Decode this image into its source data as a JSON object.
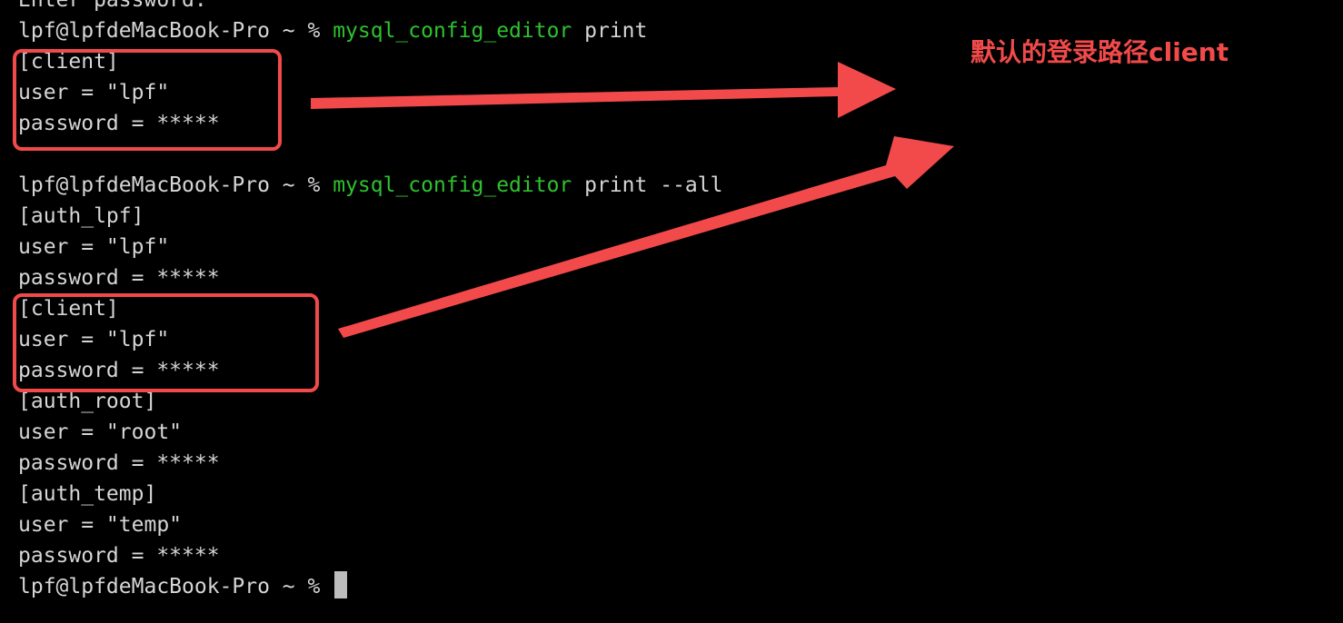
{
  "terminal": {
    "lines": [
      {
        "kind": "output",
        "text": "Enter password:"
      },
      {
        "kind": "prompt",
        "prompt": "lpf@lpfdeMacBook-Pro ~ % ",
        "command": "mysql_config_editor",
        "args": " print"
      },
      {
        "kind": "output",
        "text": "[client]"
      },
      {
        "kind": "output",
        "text": "user = \"lpf\""
      },
      {
        "kind": "output",
        "text": "password = *****"
      },
      {
        "kind": "blank",
        "text": ""
      },
      {
        "kind": "prompt",
        "prompt": "lpf@lpfdeMacBook-Pro ~ % ",
        "command": "mysql_config_editor",
        "args": " print --all"
      },
      {
        "kind": "output",
        "text": "[auth_lpf]"
      },
      {
        "kind": "output",
        "text": "user = \"lpf\""
      },
      {
        "kind": "output",
        "text": "password = *****"
      },
      {
        "kind": "output",
        "text": "[client]"
      },
      {
        "kind": "output",
        "text": "user = \"lpf\""
      },
      {
        "kind": "output",
        "text": "password = *****"
      },
      {
        "kind": "output",
        "text": "[auth_root]"
      },
      {
        "kind": "output",
        "text": "user = \"root\""
      },
      {
        "kind": "output",
        "text": "password = *****"
      },
      {
        "kind": "output",
        "text": "[auth_temp]"
      },
      {
        "kind": "output",
        "text": "user = \"temp\""
      },
      {
        "kind": "output",
        "text": "password = *****"
      },
      {
        "kind": "prompt_active",
        "prompt": "lpf@lpfdeMacBook-Pro ~ % ",
        "command": "",
        "args": ""
      }
    ],
    "colors": {
      "background": "#000000",
      "text": "#d6d6d6",
      "command": "#2fc12f",
      "cursor": "#bdbdbd"
    }
  },
  "annotation": {
    "label": "默认的登录路径client",
    "color": "#f24a4a"
  }
}
